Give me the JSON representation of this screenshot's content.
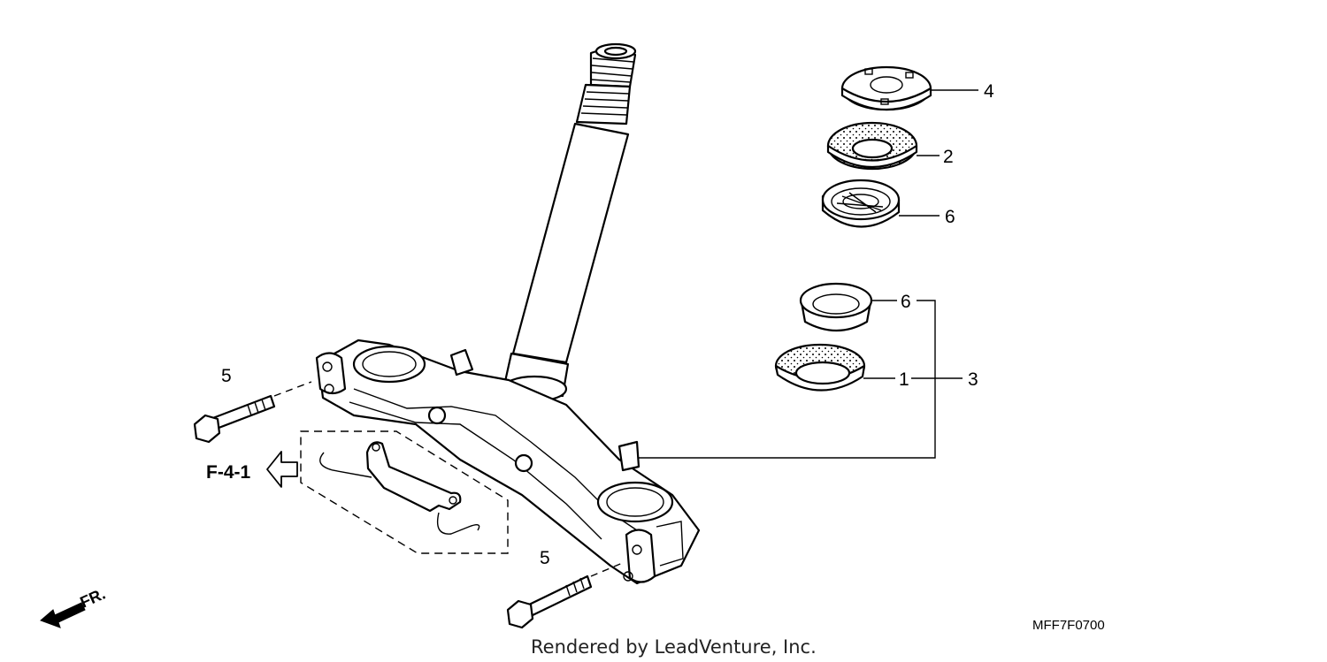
{
  "callouts": {
    "c4": "4",
    "c2": "2",
    "c6_upper": "6",
    "c6_lower": "6",
    "c1": "1",
    "c3": "3",
    "c5_upper": "5",
    "c5_lower": "5"
  },
  "reference": {
    "code": "F-4-1"
  },
  "direction": {
    "label": "FR."
  },
  "diagram_code": "MFF7F0700",
  "credit": "Rendered by LeadVenture, Inc."
}
